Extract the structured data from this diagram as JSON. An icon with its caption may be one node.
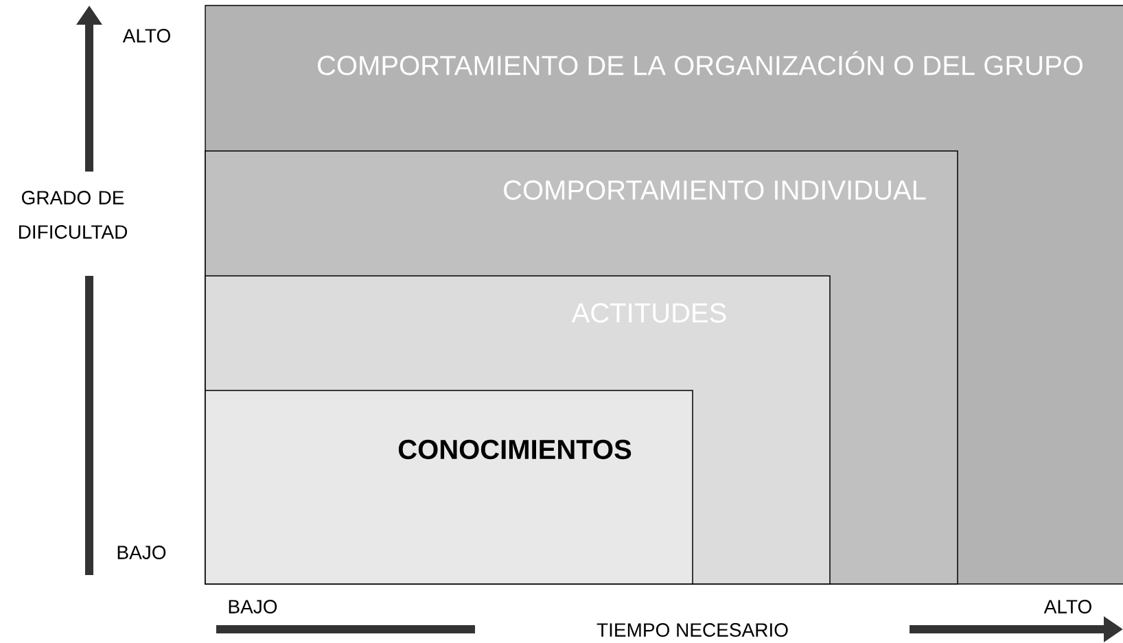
{
  "diagram": {
    "nodes": [
      {
        "text": [
          "COMPORTAMIENTO DE LA ORGANIZACIÓN O DEL GRUPO"
        ]
      },
      {
        "text": [
          "COMPORTAMIENTO INDIVIDUAL"
        ],
        "in": 0
      },
      {
        "text": [
          "ACTITUDES"
        ],
        "in": 1
      },
      {
        "text": [
          "CONOCIMIENTOS"
        ],
        "in": 2
      }
    ],
    "labels": [
      "ALTO",
      "GRADO DE DIFICULTAD",
      "BAJO",
      "BAJO",
      "TIEMPO NECESARIO",
      "ALTO"
    ]
  }
}
